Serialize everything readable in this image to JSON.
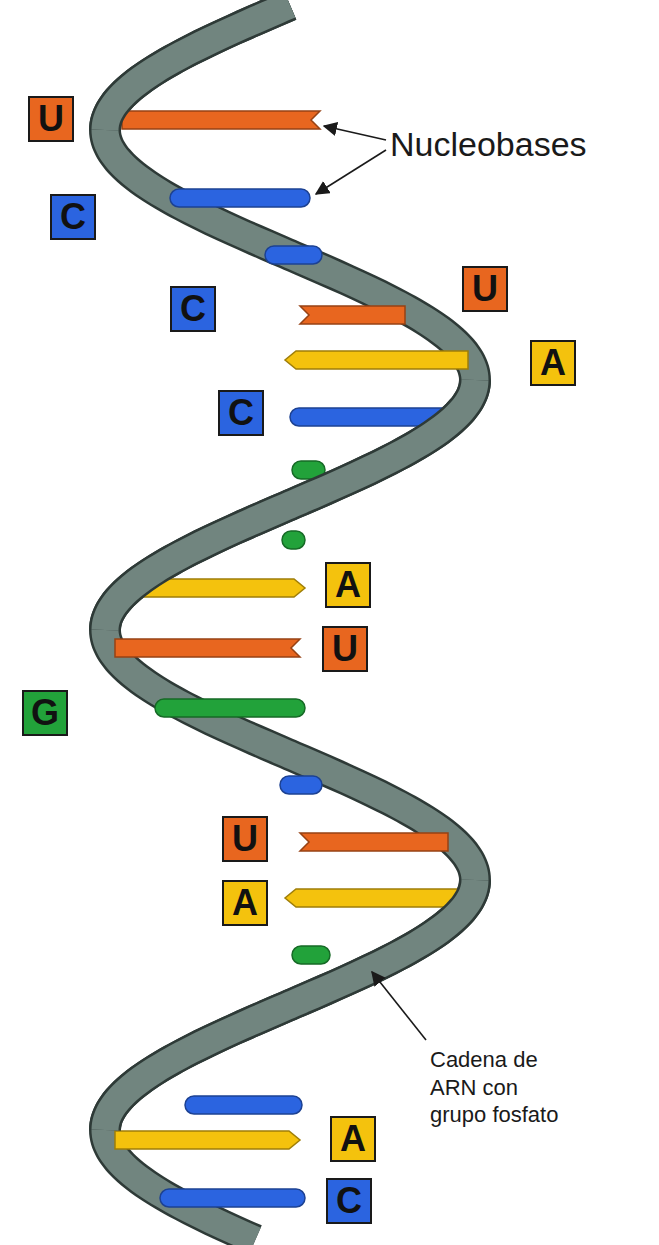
{
  "diagram": {
    "nodes": [
      {
        "text": [
          "U"
        ]
      },
      {
        "text": [
          "C"
        ]
      },
      {
        "text": [
          "U"
        ]
      },
      {
        "text": [
          "C"
        ]
      },
      {
        "text": [
          "A"
        ]
      },
      {
        "text": [
          "C"
        ]
      },
      {
        "text": [
          "A"
        ]
      },
      {
        "text": [
          "U"
        ]
      },
      {
        "text": [
          "G"
        ]
      },
      {
        "text": [
          "U"
        ]
      },
      {
        "text": [
          "A"
        ]
      },
      {
        "text": [
          "A"
        ]
      },
      {
        "text": [
          "C"
        ]
      }
    ],
    "labels": [
      "Nucleobases",
      "Cadena de ARN con grupo fosfato"
    ]
  }
}
